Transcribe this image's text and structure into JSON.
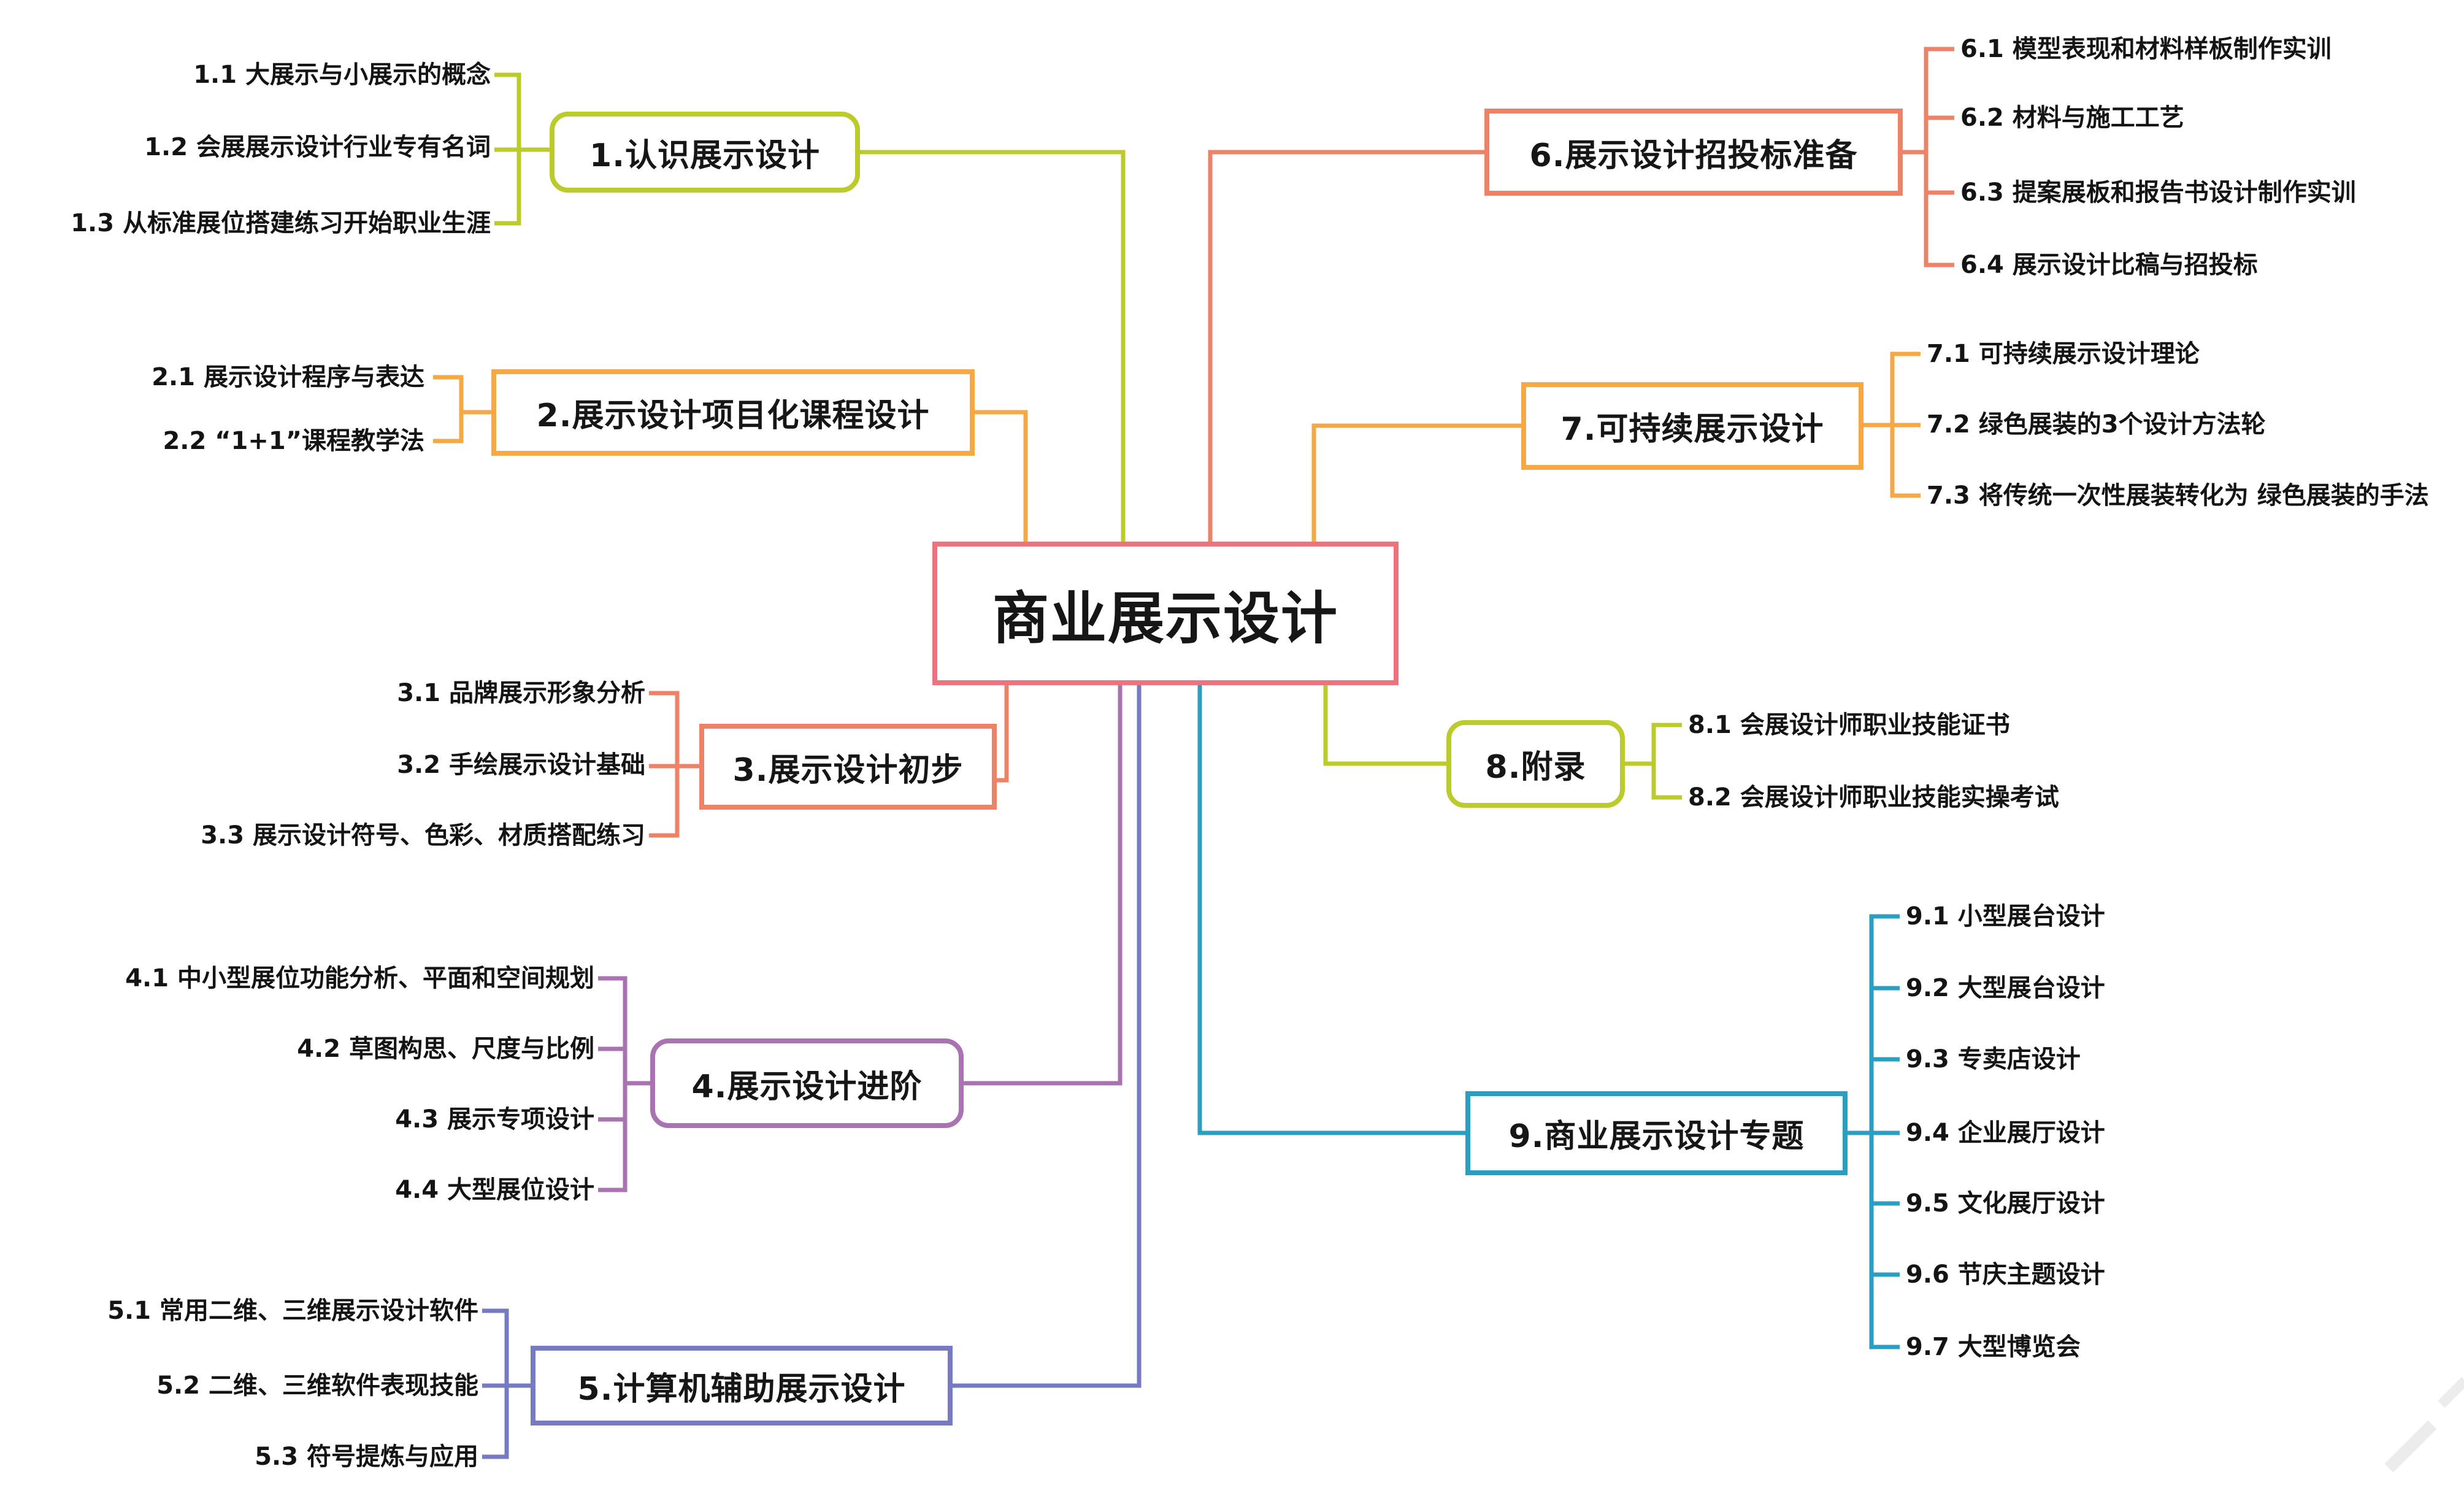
{
  "title": "商业展示设计",
  "branches": [
    {
      "label": "1.认识展示设计",
      "color": "#bccb2c",
      "children": [
        "1.1 大展示与小展示的概念",
        "1.2 会展展示设计行业专有名词",
        "1.3 从标准展位搭建练习开始职业生涯"
      ]
    },
    {
      "label": "2.展示设计项目化课程设计",
      "color": "#f5a844",
      "children": [
        "2.1 展示设计程序与表达",
        "2.2 “1+1”课程教学法"
      ]
    },
    {
      "label": "3.展示设计初步",
      "color": "#ee8266",
      "children": [
        "3.1 品牌展示形象分析",
        "3.2 手绘展示设计基础",
        "3.3 展示设计符号、色彩、材质搭配练习"
      ]
    },
    {
      "label": "4.展示设计进阶",
      "color": "#a973b2",
      "children": [
        "4.1 中小型展位功能分析、平面和空间规划",
        "4.2 草图构思、尺度与比例",
        "4.3 展示专项设计",
        "4.4 大型展位设计"
      ]
    },
    {
      "label": "5.计算机辅助展示设计",
      "color": "#767ac1",
      "children": [
        "5.1 常用二维、三维展示设计软件",
        "5.2 二维、三维软件表现技能",
        "5.3 符号提炼与应用"
      ]
    },
    {
      "label": "6.展示设计招投标准备",
      "color": "#ee8266",
      "children": [
        "6.1 模型表现和材料样板制作实训",
        "6.2 材料与施工工艺",
        "6.3 提案展板和报告书设计制作实训",
        "6.4 展示设计比稿与招投标"
      ]
    },
    {
      "label": "7.可持续展示设计",
      "color": "#f5a844",
      "children": [
        "7.1 可持续展示设计理论",
        "7.2 绿色展装的3个设计方法轮",
        "7.3 将传统一次性展装转化为 绿色展装的手法"
      ]
    },
    {
      "label": "8.附录",
      "color": "#bccb2c",
      "children": [
        "8.1 会展设计师职业技能证书",
        "8.2 会展设计师职业技能实操考试"
      ]
    },
    {
      "label": "9.商业展示设计专题",
      "color": "#2a9fc1",
      "children": [
        "9.1 小型展台设计",
        "9.2 大型展台设计",
        "9.3 专卖店设计",
        "9.4 企业展厅设计",
        "9.5 文化展厅设计",
        "9.6 节庆主题设计",
        "9.7 大型博览会"
      ]
    }
  ],
  "colors": {
    "center_border": "#ee717e",
    "lime": "#bccb2c",
    "orange": "#f5a844",
    "coral": "#ee8266",
    "purple": "#a973b2",
    "indigo": "#767ac1",
    "teal": "#2a9fc1",
    "text": "#141414",
    "background": "#ffffff",
    "watermark": "#ececec"
  }
}
